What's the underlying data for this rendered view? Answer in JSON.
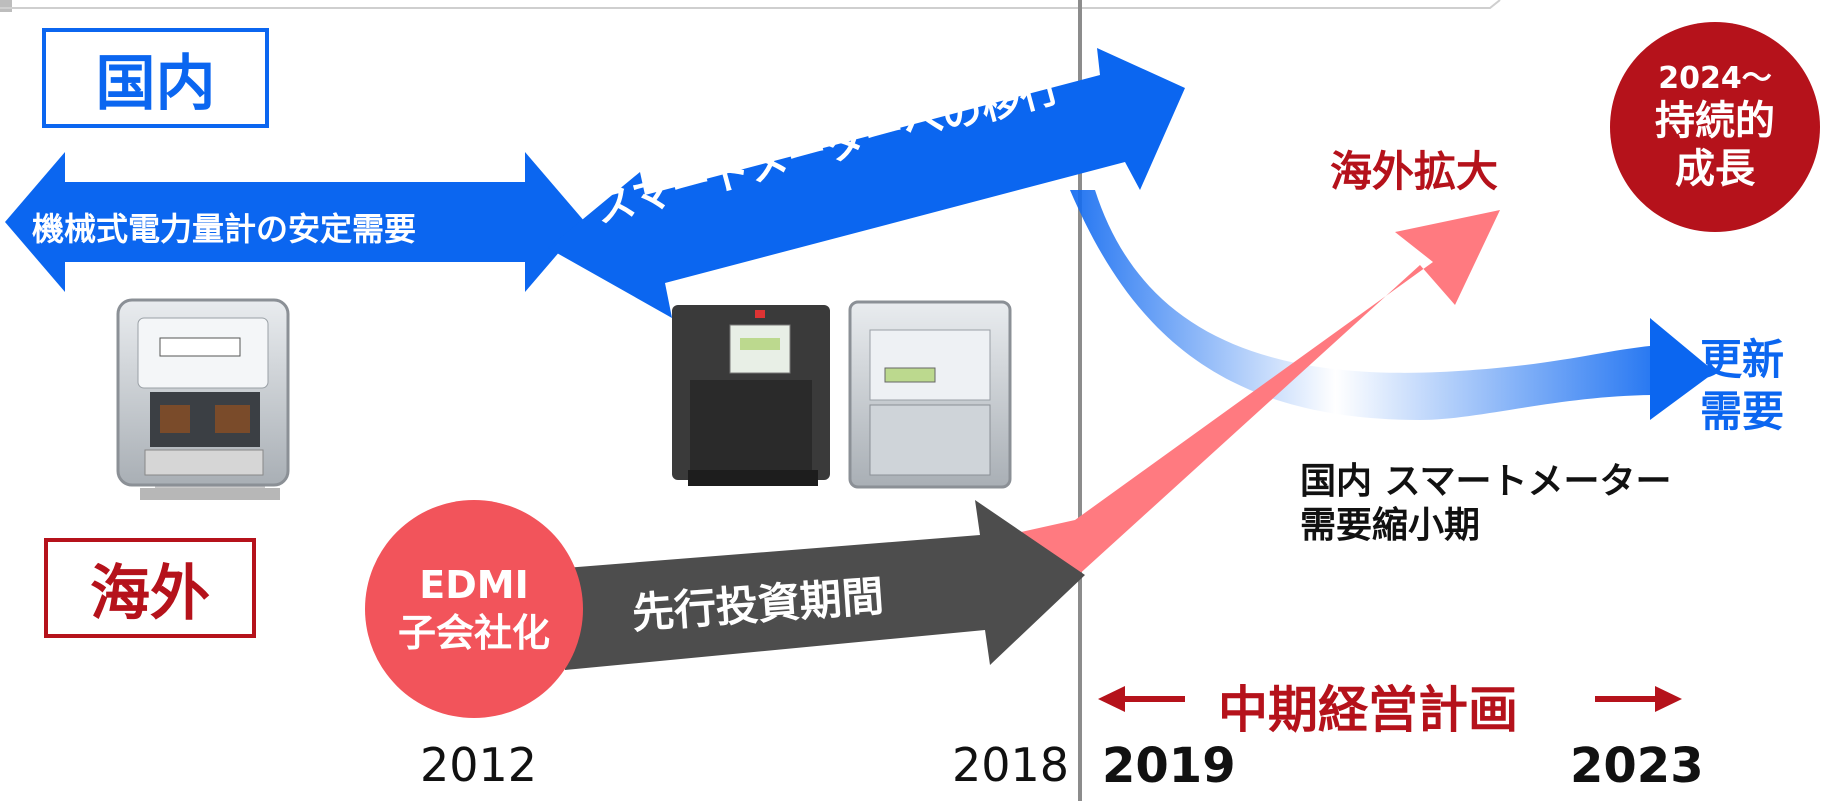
{
  "colors": {
    "domestic_blue": "#0b66f0",
    "overseas_red": "#b5121b",
    "growth_pink": "#ff7a80",
    "circle_red": "#f2545b",
    "dark_gray": "#4d4d4d",
    "divider_gray": "#8c8c8c",
    "text_black": "#111111"
  },
  "labels": {
    "domestic": "国内",
    "overseas": "海外",
    "stable_demand": "機械式電力量計の安定需要",
    "smart_transition": "スマートメーターへの移行",
    "overseas_expansion": "海外拡大",
    "growth_line1": "2024〜",
    "growth_line2": "持続的",
    "growth_line3": "成長",
    "renewal_line1": "更新",
    "renewal_line2": "需要",
    "shrink_line1": "国内 スマートメーター",
    "shrink_line2": "需要縮小期",
    "edmi_line1": "EDMI",
    "edmi_line2": "子会社化",
    "investment_period": "先行投資期間",
    "mid_term_plan": "中期経営計画"
  },
  "timeline": {
    "y2012": "2012",
    "y2018": "2018",
    "y2019": "2019",
    "y2023": "2023"
  },
  "images": {
    "mechanical_meter": "mechanical-meter-photo",
    "smart_meter_black": "smart-meter-black-photo",
    "smart_meter_clear": "smart-meter-clear-photo"
  }
}
